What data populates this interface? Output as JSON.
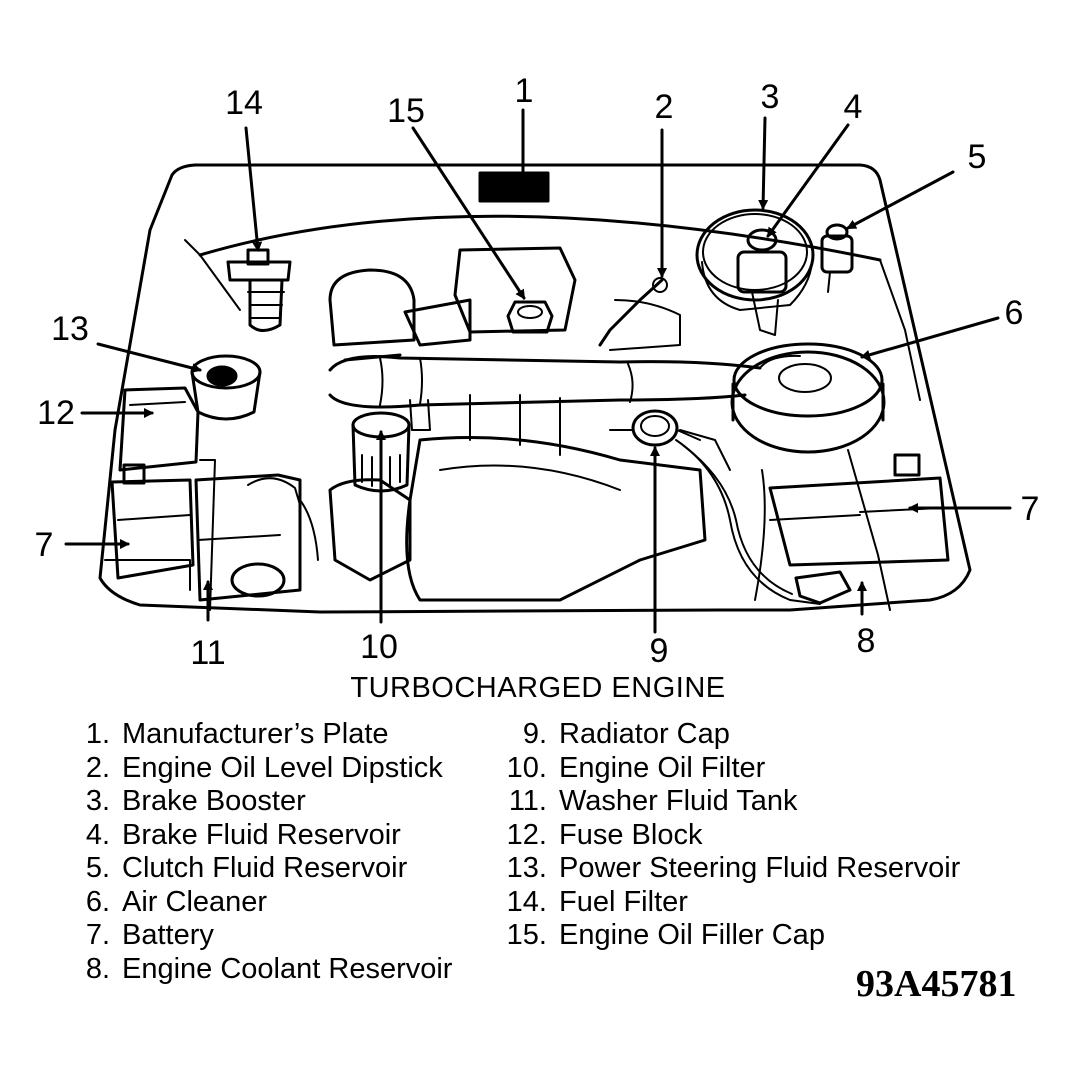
{
  "callouts": [
    {
      "num": "1"
    },
    {
      "num": "2"
    },
    {
      "num": "3"
    },
    {
      "num": "4"
    },
    {
      "num": "5"
    },
    {
      "num": "6"
    },
    {
      "num": "7"
    },
    {
      "num": "7"
    },
    {
      "num": "8"
    },
    {
      "num": "9"
    },
    {
      "num": "10"
    },
    {
      "num": "11"
    },
    {
      "num": "12"
    },
    {
      "num": "13"
    },
    {
      "num": "14"
    },
    {
      "num": "15"
    }
  ],
  "caption": "TURBOCHARGED ENGINE",
  "legend_left": [
    {
      "num": "1.",
      "text": "Manufacturer’s Plate"
    },
    {
      "num": "2.",
      "text": "Engine Oil Level Dipstick"
    },
    {
      "num": "3.",
      "text": "Brake Booster"
    },
    {
      "num": "4.",
      "text": "Brake Fluid Reservoir"
    },
    {
      "num": "5.",
      "text": "Clutch Fluid Reservoir"
    },
    {
      "num": "6.",
      "text": "Air Cleaner"
    },
    {
      "num": "7.",
      "text": "Battery"
    },
    {
      "num": "8.",
      "text": "Engine Coolant Reservoir"
    }
  ],
  "legend_right": [
    {
      "num": "9.",
      "text": "Radiator Cap"
    },
    {
      "num": "10.",
      "text": "Engine Oil Filter"
    },
    {
      "num": "11.",
      "text": "Washer Fluid Tank"
    },
    {
      "num": "12.",
      "text": "Fuse Block"
    },
    {
      "num": "13.",
      "text": "Power Steering Fluid Reservoir"
    },
    {
      "num": "14.",
      "text": "Fuel Filter"
    },
    {
      "num": "15.",
      "text": "Engine Oil Filler Cap"
    }
  ],
  "figure_code": "93A45781"
}
